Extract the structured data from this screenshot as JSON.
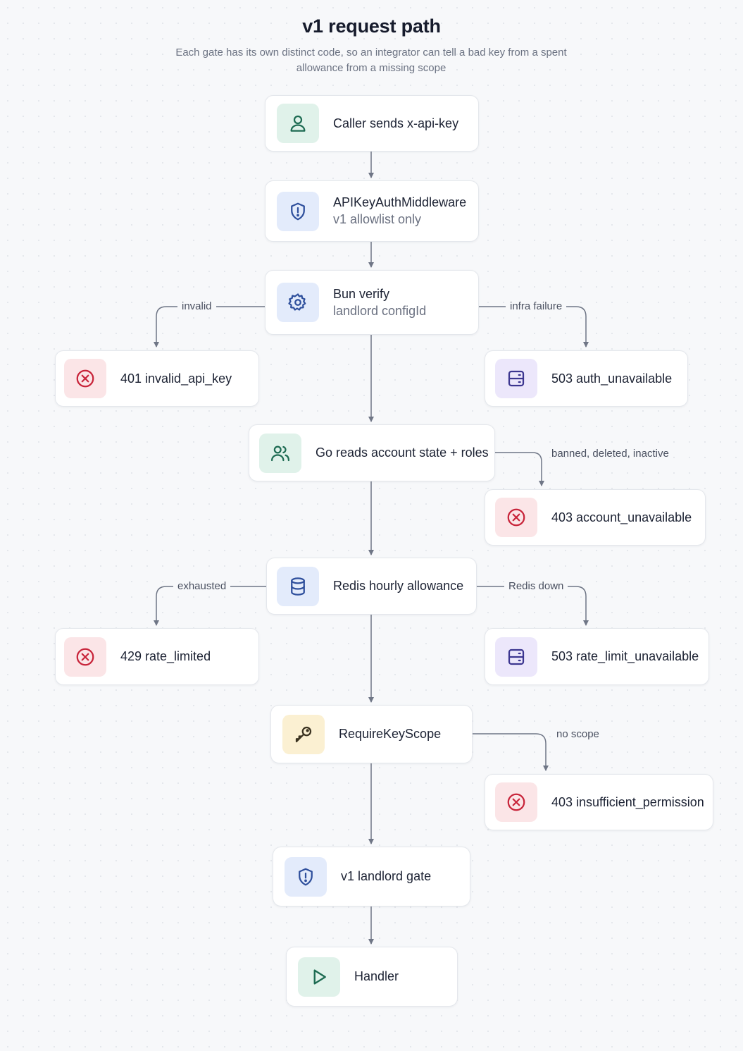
{
  "title": "v1 request path",
  "subtitle": "Each gate has its own distinct code, so an integrator can tell a bad key from a spent allowance from a missing scope",
  "nodes": {
    "caller": {
      "label": "Caller sends x-api-key",
      "icon": "user-icon"
    },
    "middleware": {
      "label": "APIKeyAuthMiddleware",
      "sub": "v1 allowlist only",
      "icon": "shield-icon"
    },
    "bun_verify": {
      "label": "Bun verify",
      "sub": "landlord configId",
      "icon": "gear-icon"
    },
    "err_401": {
      "label": "401 invalid_api_key",
      "icon": "x-circle-icon"
    },
    "err_503_auth": {
      "label": "503 auth_unavailable",
      "icon": "server-icon"
    },
    "go_reads": {
      "label": "Go reads account state + roles",
      "icon": "users-icon"
    },
    "err_403_account": {
      "label": "403 account_unavailable",
      "icon": "x-circle-icon"
    },
    "redis": {
      "label": "Redis hourly allowance",
      "icon": "database-icon"
    },
    "err_429": {
      "label": "429 rate_limited",
      "icon": "x-circle-icon"
    },
    "err_503_rate": {
      "label": "503 rate_limit_unavailable",
      "icon": "server-icon"
    },
    "scope": {
      "label": "RequireKeyScope",
      "icon": "key-icon"
    },
    "err_403_perm": {
      "label": "403 insufficient_permission",
      "icon": "x-circle-icon"
    },
    "gate": {
      "label": "v1 landlord gate",
      "icon": "shield-icon"
    },
    "handler": {
      "label": "Handler",
      "icon": "play-icon"
    }
  },
  "edge_labels": {
    "invalid": "invalid",
    "infra_failure": "infra failure",
    "banned": "banned, deleted, inactive",
    "exhausted": "exhausted",
    "redis_down": "Redis down",
    "no_scope": "no scope"
  },
  "colors": {
    "edge": "#6f7686",
    "error_red": "#c8243a",
    "success_green": "#1d6b52"
  }
}
